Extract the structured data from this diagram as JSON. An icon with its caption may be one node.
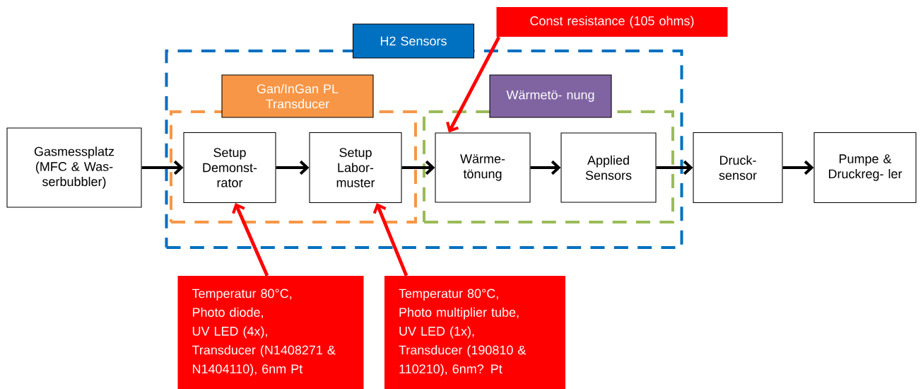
{
  "diagram": {
    "nodes": [
      {
        "text": [
          "Const resistance (105 ohms)"
        ]
      },
      {
        "text": [
          "H2 Sensors"
        ]
      },
      {
        "text": [
          "Gan/InGan PL Transducer"
        ],
        "in": 1
      },
      {
        "text": [
          "Wärmetö- nung"
        ],
        "in": 1
      },
      {
        "text": [
          "Gasmessplatz (MFC & Was- serbubbler)"
        ]
      },
      {
        "text": [
          "Setup Demonst- rator"
        ],
        "in": 2
      },
      {
        "text": [
          "Setup Labor- muster"
        ],
        "in": 2
      },
      {
        "text": [
          "Wärme- tönung"
        ],
        "in": 3
      },
      {
        "text": [
          "Applied Sensors"
        ],
        "in": 3
      },
      {
        "text": [
          "Druck- sensor"
        ]
      },
      {
        "text": [
          "Pumpe & Druckreg- ler"
        ]
      },
      {
        "text": [
          "Temperatur 80°C,",
          "Photo diode,",
          "UV LED (4x),",
          "Transducer (N1408271 & N1404110), 6nm Pt"
        ]
      },
      {
        "text": [
          "Temperatur 80°C,",
          "Photo multiplier tube,",
          "UV LED (1x),",
          "Transducer (190810 & 110210), 6nm? Pt"
        ]
      }
    ],
    "edges": [
      {
        "from": 4,
        "to": 5,
        "arrow": "to"
      },
      {
        "from": 5,
        "to": 6,
        "arrow": "to"
      },
      {
        "from": 6,
        "to": 7,
        "arrow": "to"
      },
      {
        "from": 7,
        "to": 8,
        "arrow": "to"
      },
      {
        "from": 8,
        "to": 9,
        "arrow": "to"
      },
      {
        "from": 9,
        "to": 10,
        "arrow": "to"
      },
      {
        "from": 0,
        "to": 7,
        "arrow": "to",
        "color": "#ff0000"
      },
      {
        "from": 11,
        "to": 5,
        "arrow": "to",
        "color": "#ff0000"
      },
      {
        "from": 12,
        "to": 6,
        "arrow": "to",
        "color": "#ff0000"
      }
    ]
  }
}
